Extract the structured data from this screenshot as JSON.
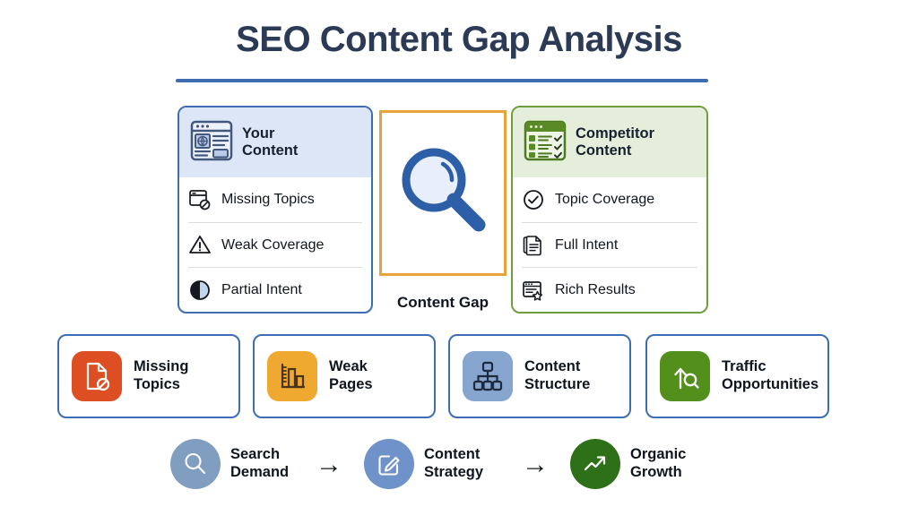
{
  "header": {
    "title": "SEO Content Gap Analysis",
    "rule_color": "#3e6db4"
  },
  "comparison": {
    "your_panel": {
      "title_line1": "Your",
      "title_line2": "Content",
      "icon": "browser-globe-icon",
      "border_color": "#3e6db4",
      "head_bg": "#dde6f6",
      "items": [
        {
          "label": "Missing Topics",
          "icon": "browser-blocked-icon"
        },
        {
          "label": "Weak Coverage",
          "icon": "warning-triangle-icon"
        },
        {
          "label": "Partial Intent",
          "icon": "half-circle-icon"
        }
      ]
    },
    "gap": {
      "label": "Content Gap",
      "icon": "magnifier-icon",
      "border_color": "#e8a33d"
    },
    "competitor_panel": {
      "title_line1": "Competitor",
      "title_line2": "Content",
      "icon": "browser-checklist-icon",
      "border_color": "#6f9e3c",
      "head_bg": "#e4eedb",
      "items": [
        {
          "label": "Topic Coverage",
          "icon": "check-circle-icon"
        },
        {
          "label": "Full Intent",
          "icon": "documents-icon"
        },
        {
          "label": "Rich Results",
          "icon": "browser-star-icon"
        }
      ]
    }
  },
  "cards": [
    {
      "line1": "Missing",
      "line2": "Topics",
      "icon": "document-blocked-icon",
      "tile_color": "#dd4f22"
    },
    {
      "line1": "Weak",
      "line2": "Pages",
      "icon": "bar-chart-icon",
      "tile_color": "#efa830"
    },
    {
      "line1": "Content",
      "line2": "Structure",
      "icon": "sitemap-icon",
      "tile_color": "#86a5cf"
    },
    {
      "line1": "Traffic",
      "line2": "Opportunities",
      "icon": "arrow-up-search-icon",
      "tile_color": "#53901b"
    }
  ],
  "flow": {
    "arrow": "→",
    "steps": [
      {
        "line1": "Search",
        "line2": "Demand",
        "icon": "magnifier-icon",
        "circle_color": "#7f9ec0"
      },
      {
        "line1": "Content",
        "line2": "Strategy",
        "icon": "edit-pencil-icon",
        "circle_color": "#6e92c9"
      },
      {
        "line1": "Organic",
        "line2": "Growth",
        "icon": "trending-up-icon",
        "circle_color": "#2e7018"
      }
    ]
  }
}
